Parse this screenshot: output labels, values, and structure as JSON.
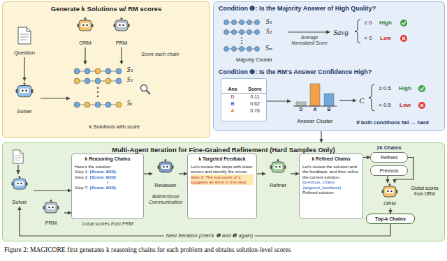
{
  "diagram": {
    "caption": "Figure 2: MAGICORE first generates k reasoning chains for each problem and obtains solution-level scores",
    "nodes": [
      {
        "text": [
          "Generate k Solutions w/ RM scores"
        ]
      },
      {
        "text": [
          "Question"
        ],
        "in": 0
      },
      {
        "text": [
          "ORM"
        ],
        "in": 0
      },
      {
        "text": [
          "PRM"
        ],
        "in": 0
      },
      {
        "text": [
          "Solver"
        ],
        "in": 0
      },
      {
        "text": [
          "k Solutions with score"
        ],
        "in": 0
      },
      {
        "text": [
          "Condition ❶: Is the Majority Answer of High Quality?",
          "Condition ❷: Is the RM's Answer Confidence High?"
        ]
      },
      {
        "text": [
          "Majority Cluster"
        ],
        "in": 6
      },
      {
        "text": [
          "Savg"
        ],
        "in": 6
      },
      {
        "text": [
          "Ans",
          "Score",
          "D",
          "0.11",
          "B",
          "0.62",
          "A",
          "0.76"
        ],
        "in": 6
      },
      {
        "text": [
          "Answer Cluster"
        ],
        "in": 6
      },
      {
        "text": [
          "C"
        ],
        "in": 6
      },
      {
        "text": [
          "Multi-Agent Iteration for Fine-Grained Refinement (Hard Samples Only)"
        ]
      },
      {
        "text": [
          "Solver"
        ],
        "in": 12
      },
      {
        "text": [
          "PRM"
        ],
        "in": 12
      },
      {
        "text": [
          "k Reasoning Chains",
          "Here's the solution:",
          "Step 1:",
          "(Score: 9/10)",
          "Step 2:",
          "(Score: 8/10)",
          "⋮",
          "Step T:",
          "(Score: 6/10)"
        ],
        "in": 12
      },
      {
        "text": [
          "Reviewer"
        ],
        "in": 12
      },
      {
        "text": [
          "k Targeted Feedback",
          "Let's review the steps with lower scores and identify the errors.",
          "Step 3: The low score of 1 suggests an error in this step."
        ],
        "in": 12
      },
      {
        "text": [
          "Refiner"
        ],
        "in": 12
      },
      {
        "text": [
          "k Refined Chains",
          "Let's review the solution and the feedback, and then refine the current solution.",
          "{previous_chain}",
          "{targeted_feedback}",
          "Refined solution:"
        ],
        "in": 12
      },
      {
        "text": [
          "Refined"
        ],
        "in": 12
      },
      {
        "text": [
          "Previous"
        ],
        "in": 12
      },
      {
        "text": [
          "ORM"
        ],
        "in": 12
      },
      {
        "text": [
          "Top-k Chains"
        ],
        "in": 12
      }
    ],
    "edges": [
      {
        "from": 1,
        "to": 4,
        "arrow": "to"
      },
      {
        "from": 4,
        "to": 5,
        "arrow": "to"
      },
      {
        "from": 2,
        "to": 5,
        "arrow": "to"
      },
      {
        "from": 3,
        "to": 5,
        "arrow": "to"
      },
      {
        "from": 7,
        "to": 8,
        "arrow": "to",
        "label": "Average Normalized Score"
      },
      {
        "from": 9,
        "to": 10,
        "arrow": "to"
      },
      {
        "from": 10,
        "to": 11,
        "arrow": "to"
      },
      {
        "from": 6,
        "to": 12,
        "arrow": "to"
      },
      {
        "from": 13,
        "to": 15,
        "arrow": "to"
      },
      {
        "from": 14,
        "to": 15,
        "arrow": "to"
      },
      {
        "from": 15,
        "to": 16,
        "arrow": "to"
      },
      {
        "from": 16,
        "to": 17,
        "arrow": "to"
      },
      {
        "from": 17,
        "to": 18,
        "arrow": "to"
      },
      {
        "from": 18,
        "to": 19,
        "arrow": "to"
      },
      {
        "from": 19,
        "to": 20,
        "arrow": "to"
      },
      {
        "from": 20,
        "to": 22,
        "arrow": "to"
      },
      {
        "from": 21,
        "to": 22,
        "arrow": "to"
      },
      {
        "from": 22,
        "to": 23,
        "arrow": "to"
      },
      {
        "from": 23,
        "to": 13,
        "arrow": "to",
        "label": "Next Iteration (check ❶ and ❷ again)"
      }
    ],
    "labels": [
      "Score each chain",
      "S₁",
      "S₂",
      "Sₖ",
      "S₁",
      "S₂",
      "Sₘ",
      "≥ 0",
      "High",
      "< 0",
      "Low",
      "D",
      "A",
      "B",
      "≥ 0.5",
      "High",
      "< 0.5",
      "Low",
      "If both conditions fail → hard",
      "Local scores from PRM",
      "Bidirectional Communication",
      "2k Chains",
      "Global scores from ORM"
    ]
  }
}
